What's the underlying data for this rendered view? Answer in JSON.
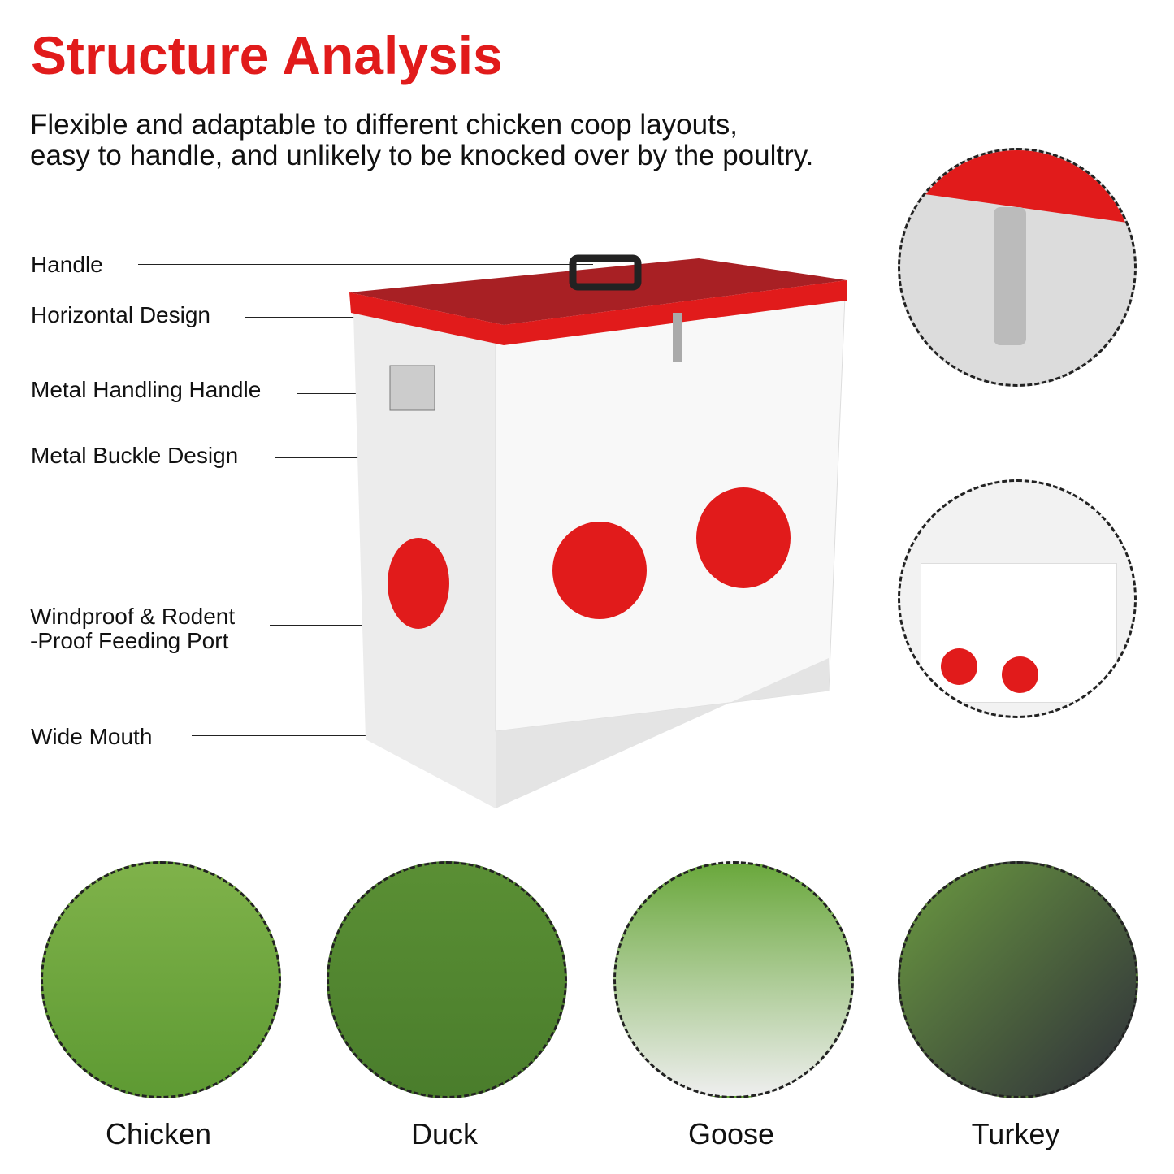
{
  "title": "Structure Analysis",
  "subtitle": [
    "Flexible and adaptable to different chicken coop layouts,",
    "easy to handle, and unlikely to be knocked over by the poultry."
  ],
  "labels": {
    "handle": "Handle",
    "horizontal": "Horizontal Design",
    "metal_handle": "Metal Handling Handle",
    "buckle": "Metal Buckle Design",
    "port1": "Windproof & Rodent",
    "port2": "-Proof Feeding Port",
    "mouth": "Wide Mouth"
  },
  "animals": [
    "Chicken",
    "Duck",
    "Goose",
    "Turkey"
  ],
  "colors": {
    "accent": "#e11b1b"
  }
}
